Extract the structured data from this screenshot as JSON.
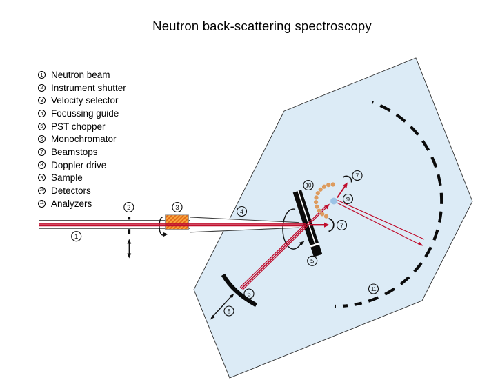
{
  "title": "Neutron back-scattering spectroscopy",
  "legend": {
    "items": [
      {
        "num": "1",
        "label": "Neutron beam"
      },
      {
        "num": "2",
        "label": "Instrument shutter"
      },
      {
        "num": "3",
        "label": "Velocity selector"
      },
      {
        "num": "4",
        "label": "Focussing guide"
      },
      {
        "num": "5",
        "label": "PST chopper"
      },
      {
        "num": "6",
        "label": "Monochromator"
      },
      {
        "num": "7",
        "label": "Beamstops"
      },
      {
        "num": "8",
        "label": "Doppler drive"
      },
      {
        "num": "9",
        "label": "Sample"
      },
      {
        "num": "10",
        "label": "Detectors"
      },
      {
        "num": "11",
        "label": "Analyzers"
      }
    ]
  },
  "diagram": {
    "callouts": [
      "1",
      "2",
      "3",
      "4",
      "5",
      "6",
      "7",
      "7",
      "8",
      "9",
      "10",
      "11"
    ],
    "colors": {
      "beam_red": "#c00f2e",
      "chamber_fill": "#dcebf6",
      "detector_dot": "#dd9b5e",
      "sample_blue": "#9cc3e6",
      "selector_orange": "#f9a93c",
      "selector_hatch": "#e2661a"
    }
  }
}
